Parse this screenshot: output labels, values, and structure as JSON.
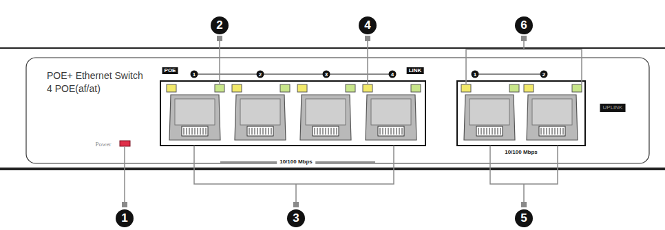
{
  "diagram": {
    "labels": [
      "POE+ Ethernet Switch",
      "4 POE(af/at)",
      "Power",
      "POE",
      "1",
      "2",
      "3",
      "4",
      "LINK",
      "10/100 Mbps",
      "1",
      "2",
      "10/100 Mbps",
      "UPLINK",
      "1",
      "2",
      "3",
      "4",
      "5",
      "6"
    ]
  }
}
